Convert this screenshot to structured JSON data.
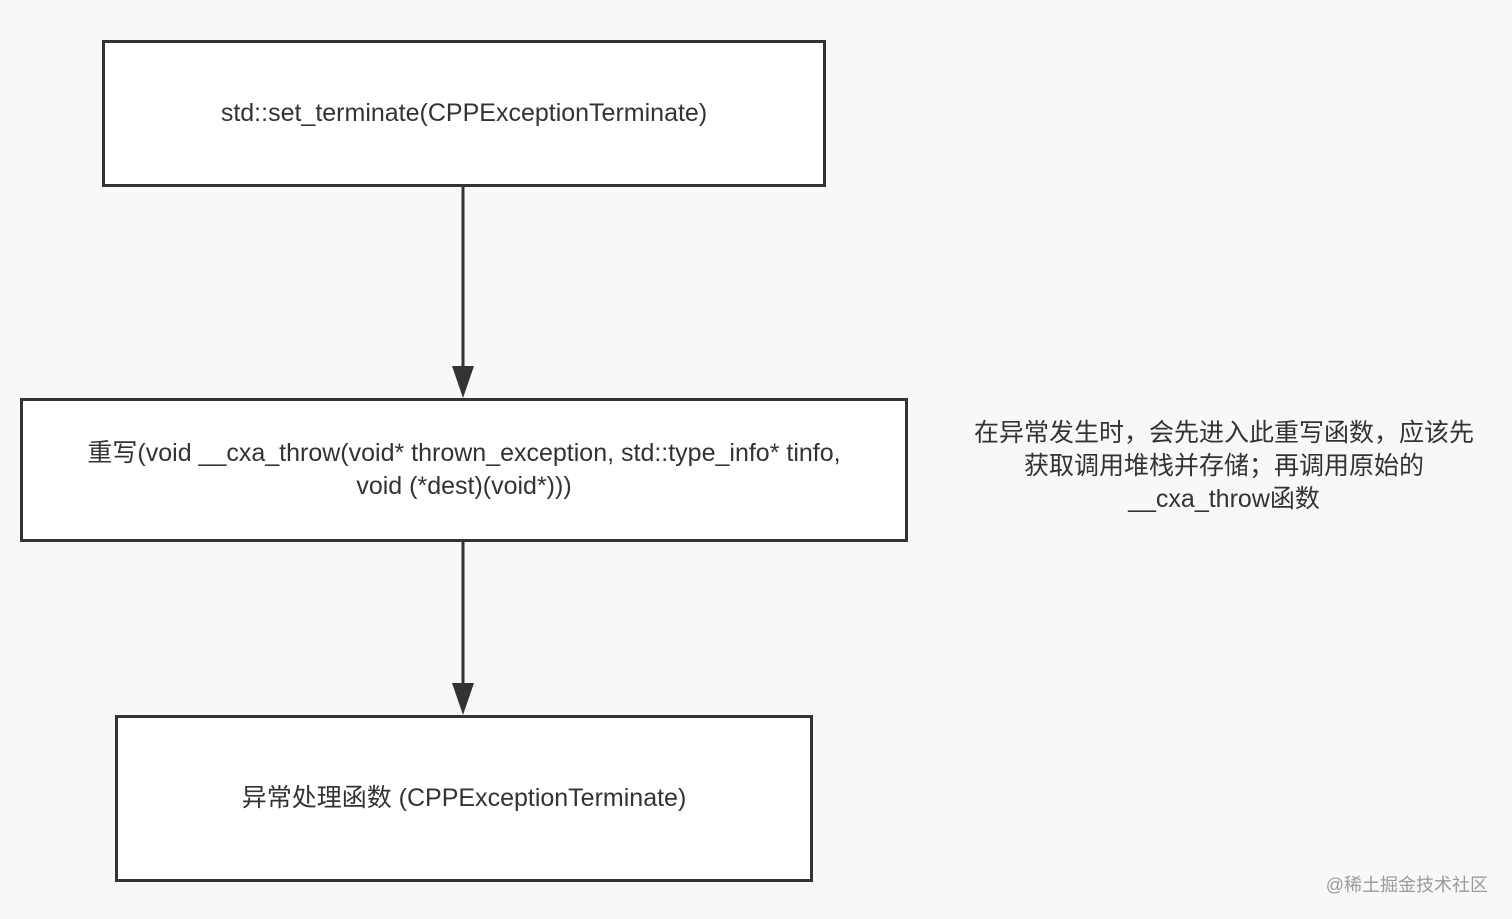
{
  "nodes": {
    "set_terminate": {
      "lines": [
        "std::set_terminate(CPPExceptionTerminate)"
      ]
    },
    "override_throw": {
      "lines": [
        "重写(void __cxa_throw(void* thrown_exception, std::type_info* tinfo,",
        "void (*dest)(void*)))"
      ]
    },
    "handler": {
      "lines": [
        "异常处理函数 (CPPExceptionTerminate)"
      ]
    }
  },
  "note": {
    "lines": [
      "在异常发生时，会先进入此重写函数，应该先",
      "获取调用堆栈并存储；再调用原始的",
      "__cxa_throw函数"
    ]
  },
  "watermark": "@稀土掘金技术社区",
  "colors": {
    "background": "#f8f8f8",
    "box_fill": "#ffffff",
    "stroke": "#333333",
    "text": "#333333",
    "watermark": "#9a9a9a"
  }
}
